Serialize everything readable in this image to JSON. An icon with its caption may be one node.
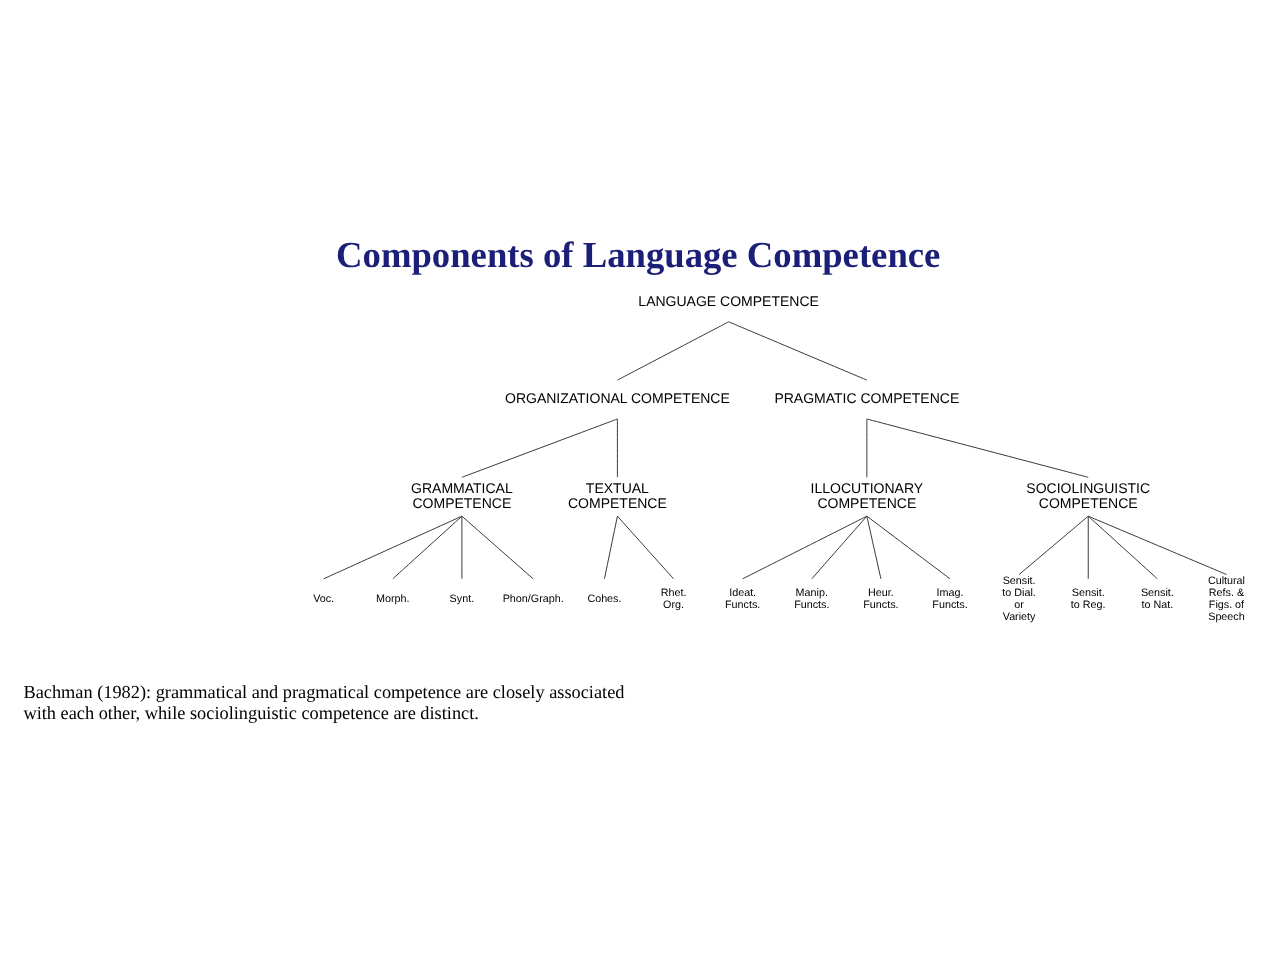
{
  "diagram": {
    "title": "Components of Language Competence",
    "caption": "Bachman (1982): grammatical and pragmatical competence are closely associated with each other, while sociolinguistic competence are distinct.",
    "nodes": [
      {
        "text": [
          "LANGUAGE COMPETENCE"
        ]
      },
      {
        "text": [
          "ORGANIZATIONAL COMPETENCE"
        ]
      },
      {
        "text": [
          "PRAGMATIC COMPETENCE"
        ]
      },
      {
        "text": [
          "GRAMMATICAL COMPETENCE"
        ]
      },
      {
        "text": [
          "TEXTUAL COMPETENCE"
        ]
      },
      {
        "text": [
          "ILLOCUTIONARY COMPETENCE"
        ]
      },
      {
        "text": [
          "SOCIOLINGUISTIC COMPETENCE"
        ]
      },
      {
        "text": [
          "Voc."
        ]
      },
      {
        "text": [
          "Morph."
        ]
      },
      {
        "text": [
          "Synt."
        ]
      },
      {
        "text": [
          "Phon/Graph."
        ]
      },
      {
        "text": [
          "Cohes."
        ]
      },
      {
        "text": [
          "Rhet. Org."
        ]
      },
      {
        "text": [
          "Ideat. Functs."
        ]
      },
      {
        "text": [
          "Manip. Functs."
        ]
      },
      {
        "text": [
          "Heur. Functs."
        ]
      },
      {
        "text": [
          "Imag. Functs."
        ]
      },
      {
        "text": [
          "Sensit. to Dial. or Variety"
        ]
      },
      {
        "text": [
          "Sensit. to Reg."
        ]
      },
      {
        "text": [
          "Sensit. to Nat."
        ]
      },
      {
        "text": [
          "Cultural Refs. & Figs. of Speech"
        ]
      }
    ],
    "edges": [
      {
        "from": 0,
        "to": 1,
        "arrow": "none"
      },
      {
        "from": 0,
        "to": 2,
        "arrow": "none"
      },
      {
        "from": 1,
        "to": 3,
        "arrow": "none"
      },
      {
        "from": 1,
        "to": 4,
        "arrow": "none"
      },
      {
        "from": 2,
        "to": 5,
        "arrow": "none"
      },
      {
        "from": 2,
        "to": 6,
        "arrow": "none"
      },
      {
        "from": 3,
        "to": 7,
        "arrow": "none"
      },
      {
        "from": 3,
        "to": 8,
        "arrow": "none"
      },
      {
        "from": 3,
        "to": 9,
        "arrow": "none"
      },
      {
        "from": 3,
        "to": 10,
        "arrow": "none"
      },
      {
        "from": 4,
        "to": 11,
        "arrow": "none"
      },
      {
        "from": 4,
        "to": 12,
        "arrow": "none"
      },
      {
        "from": 5,
        "to": 13,
        "arrow": "none"
      },
      {
        "from": 5,
        "to": 14,
        "arrow": "none"
      },
      {
        "from": 5,
        "to": 15,
        "arrow": "none"
      },
      {
        "from": 5,
        "to": 16,
        "arrow": "none"
      },
      {
        "from": 6,
        "to": 17,
        "arrow": "none"
      },
      {
        "from": 6,
        "to": 18,
        "arrow": "none"
      },
      {
        "from": 6,
        "to": 19,
        "arrow": "none"
      },
      {
        "from": 6,
        "to": 20,
        "arrow": "none"
      }
    ]
  }
}
